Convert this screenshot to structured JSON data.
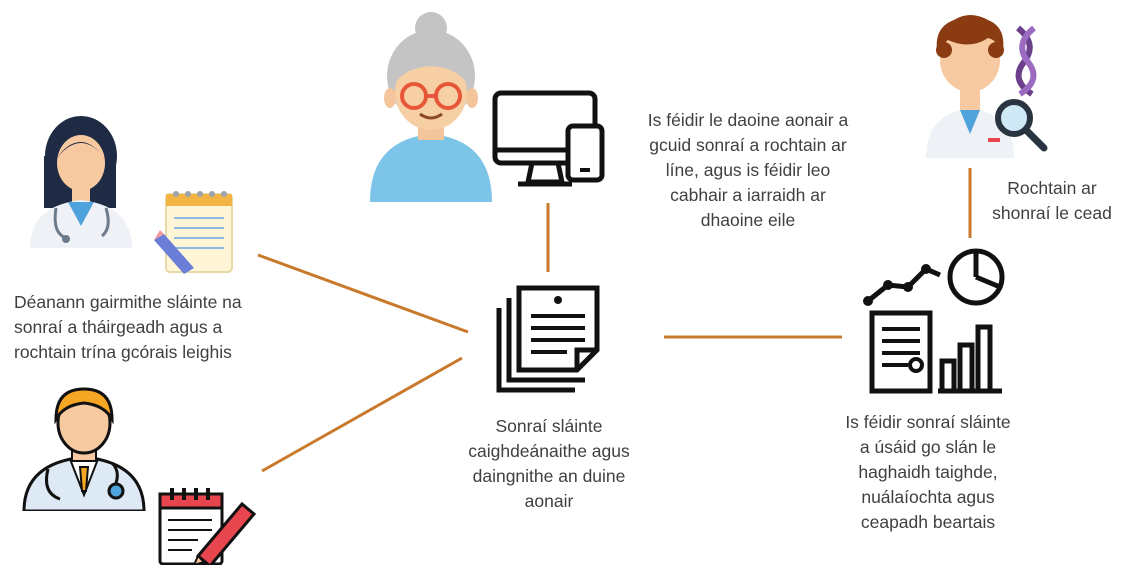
{
  "diagram": {
    "colors": {
      "connector": "#C9792B",
      "text": "#404040",
      "icon_stroke": "#111111"
    },
    "labels": {
      "professionals": [
        "Déanann gairmithe sláinte na",
        "sonraí a tháirgeadh agus a",
        "rochtain trína gcórais leighis"
      ],
      "individuals": [
        "Is féidir le daoine aonair a",
        "gcuid sonraí a rochtain ar",
        "líne, agus is féidir leo",
        "cabhair a iarraidh ar",
        "dhaoine eile"
      ],
      "researcher": [
        "Rochtain ar",
        "shonraí le cead"
      ],
      "center": [
        "Sonraí sláinte",
        "caighdeánaithe agus",
        "daingnithe an duine",
        "aonair"
      ],
      "research_use": [
        "Is féidir sonraí sláinte",
        "a úsáid go slán le",
        "haghaidh taighde,",
        "nuálaíochta agus",
        "ceapadh beartais"
      ]
    },
    "icons": {
      "female_doctor": "female-doctor-icon",
      "male_doctor": "male-doctor-icon",
      "notepad": "notepad-pencil-icon",
      "calendar_pen": "calendar-pen-icon",
      "elderly": "elderly-woman-icon",
      "devices": "computer-phone-icon",
      "document": "document-stack-icon",
      "scientist": "scientist-dna-icon",
      "analytics": "data-analytics-icon"
    }
  }
}
